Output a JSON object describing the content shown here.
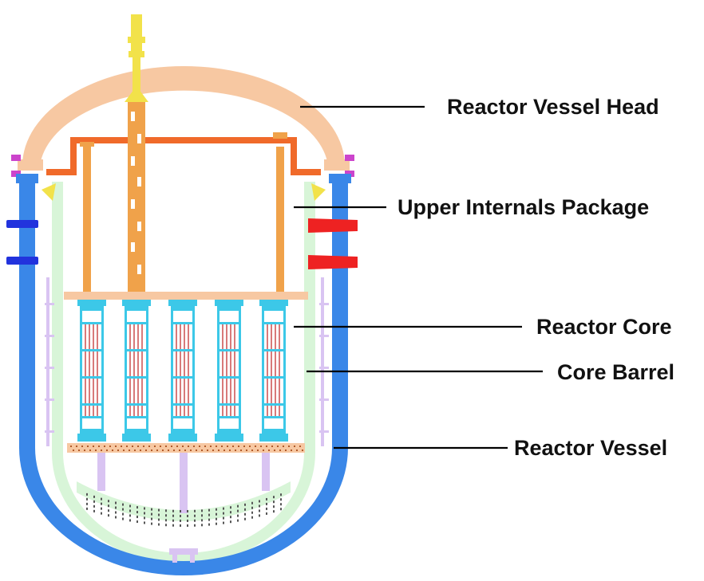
{
  "labels": {
    "vessel_head": "Reactor Vessel Head",
    "upper_internals": "Upper Internals Package",
    "core": "Reactor Core",
    "core_barrel": "Core Barrel",
    "vessel": "Reactor Vessel"
  },
  "colors": {
    "vessel": "#3a87e8",
    "head": "#f7c8a2",
    "upper_internals": "#f06a2a",
    "support_column": "#f0a24a",
    "core_barrel": "#d8f5d8",
    "assembly": "#3cc8e8",
    "fuel_rod": "#d87a7a",
    "lower_support": "#d9c4f2",
    "inlet_nozzle": "#2233dd",
    "outlet_nozzle": "#ee2222",
    "flange_bolt": "#cc44cc",
    "hold_down_spring": "#f2e24a"
  }
}
